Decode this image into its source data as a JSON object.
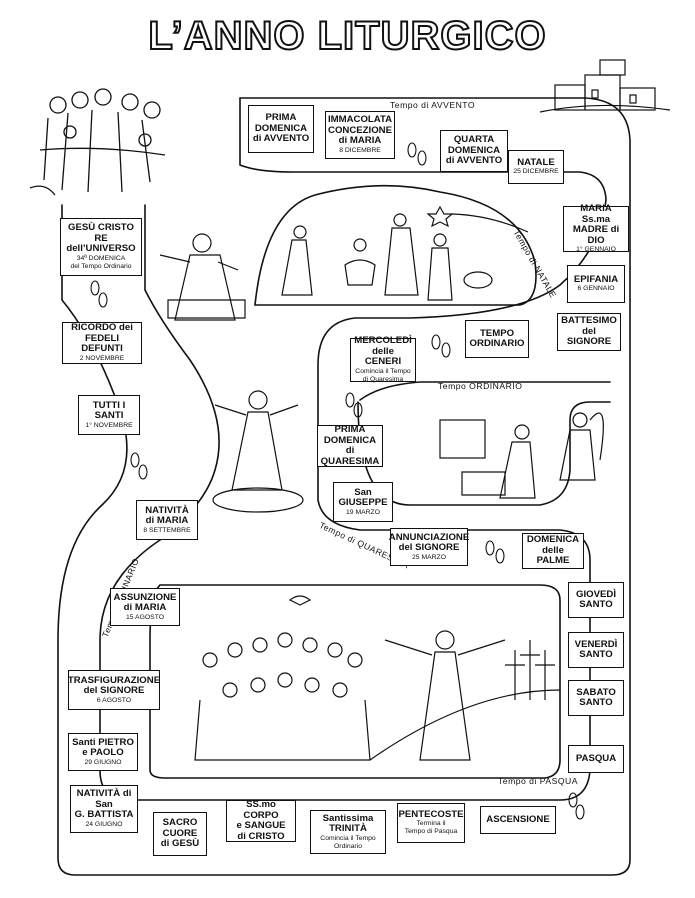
{
  "title": "L’ANNO LITURGICO",
  "seasons": {
    "avvento": "Tempo di AVVENTO",
    "natale": "Tempo di NATALE",
    "ordinario_1": "Tempo ORDINARIO",
    "quaresima": "Tempo di QUARESIMA",
    "pasqua": "Tempo di PASQUA",
    "ordinario_2": "Tempo ORDINARIO"
  },
  "cards": {
    "prima_avvento": {
      "name": "PRIMA\nDOMENICA\ndi AVVENTO"
    },
    "immacolata": {
      "name": "IMMACOLATA\nCONCEZIONE\ndi MARIA",
      "sub": "8 DICEMBRE"
    },
    "quarta_avvento": {
      "name": "QUARTA\nDOMENICA\ndi AVVENTO"
    },
    "natale": {
      "name": "NATALE",
      "sub": "25 DICEMBRE"
    },
    "maria_madre": {
      "name": "MARIA Ss.ma\nMADRE di DIO",
      "sub": "1° GENNAIO"
    },
    "epifania": {
      "name": "EPIFANIA",
      "sub": "6 GENNAIO"
    },
    "battesimo": {
      "name": "BATTESIMO\ndel SIGNORE"
    },
    "tempo_ordinario": {
      "name": "TEMPO\nORDINARIO"
    },
    "ceneri": {
      "name": "MERCOLEDÌ\ndelle CENERI",
      "sub": "Comincia il Tempo\ndi Quaresima"
    },
    "prima_quaresima": {
      "name": "PRIMA\nDOMENICA di\nQUARESIMA"
    },
    "giuseppe": {
      "name": "San\nGIUSEPPE",
      "sub": "19 MARZO"
    },
    "annunciazione": {
      "name": "ANNUNCIAZIONE\ndel SIGNORE",
      "sub": "25 MARZO"
    },
    "palme": {
      "name": "DOMENICA\ndelle PALME"
    },
    "giovedi": {
      "name": "GIOVEDÌ\nSANTO"
    },
    "venerdi": {
      "name": "VENERDÌ\nSANTO"
    },
    "sabato": {
      "name": "SABATO\nSANTO"
    },
    "pasqua": {
      "name": "PASQUA"
    },
    "ascensione": {
      "name": "ASCENSIONE"
    },
    "pentecoste": {
      "name": "PENTECOSTE",
      "sub": "Termina il\nTempo di Pasqua"
    },
    "trinita": {
      "name": "Santissima\nTRINITÀ",
      "sub": "Comincia il Tempo\nOrdinario"
    },
    "corpus": {
      "name": "SS.mo CORPO\ne SANGUE\ndi CRISTO"
    },
    "sacro_cuore": {
      "name": "SACRO\nCUORE\ndi GESÙ"
    },
    "battista": {
      "name": "NATIVITÀ di\nSan\nG. BATTISTA",
      "sub": "24 GIUGNO"
    },
    "pietro_paolo": {
      "name": "Santi PIETRO\ne PAOLO",
      "sub": "29 GIUGNO"
    },
    "trasfigurazione": {
      "name": "TRASFIGURAZIONE\ndel SIGNORE",
      "sub": "6 AGOSTO"
    },
    "assunzione": {
      "name": "ASSUNZIONE\ndi MARIA",
      "sub": "15 AGOSTO"
    },
    "nativita_maria": {
      "name": "NATIVITÀ\ndi MARIA",
      "sub": "8 SETTEMBRE"
    },
    "tutti_santi": {
      "name": "TUTTI I\nSANTI",
      "sub": "1° NOVEMBRE"
    },
    "defunti": {
      "name": "RICORDO dei\nFEDELI DEFUNTI",
      "sub": "2 NOVEMBRE"
    },
    "cristo_re": {
      "name": "GESÙ CRISTO\nRE\ndell’UNIVERSO",
      "sub": "34ª DOMENICA\ndel Tempo Ordinario"
    }
  },
  "illustrations": [
    "family-icon",
    "village-icon",
    "nativity-icon",
    "star-icon",
    "christ-king-icon",
    "risen-christ-icon",
    "annunciation-icon",
    "pentecost-icon",
    "crucifixion-hill-icon",
    "footprints-icon"
  ]
}
